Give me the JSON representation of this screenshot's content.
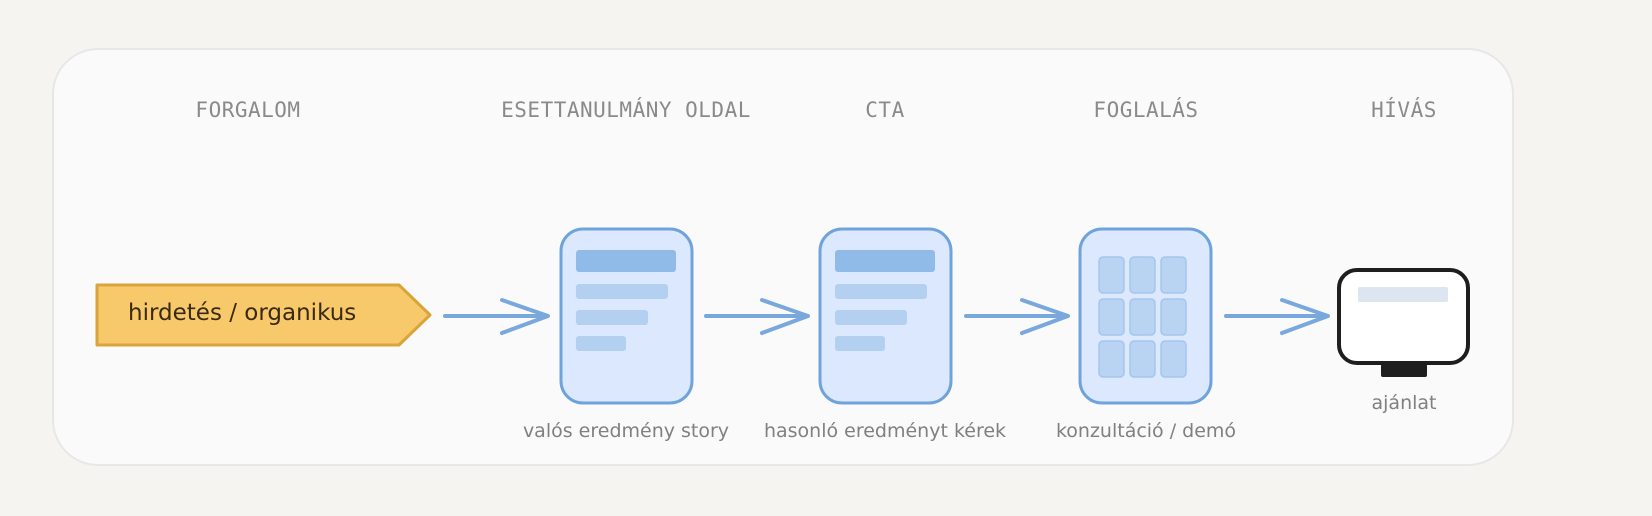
{
  "stages": [
    {
      "heading": "FORGALOM",
      "caption": "",
      "source_label": "hirdetés / organikus"
    },
    {
      "heading": "ESETTANULMÁNY OLDAL",
      "caption": "valós eredmény story"
    },
    {
      "heading": "CTA",
      "caption": "hasonló eredményt kérek"
    },
    {
      "heading": "FOGLALÁS",
      "caption": "konzultáció / demó"
    },
    {
      "heading": "HÍVÁS",
      "caption": "ajánlat"
    }
  ],
  "colors": {
    "background": "#f5f4f1",
    "panel": "#fafafa",
    "source_fill": "#f8c96a",
    "source_stroke": "#d9a43a",
    "card_fill": "#dbe8fd",
    "card_stroke": "#6fa3dc",
    "card_bar": "#90bbe9",
    "card_line": "#b3d0f1",
    "arrow": "#79a8dc",
    "monitor_stroke": "#1e1e1e"
  },
  "icons": {
    "source": "pentagon-arrow-icon",
    "case_study": "document-icon",
    "cta": "document-icon",
    "booking": "calendar-grid-icon",
    "call": "monitor-icon"
  }
}
